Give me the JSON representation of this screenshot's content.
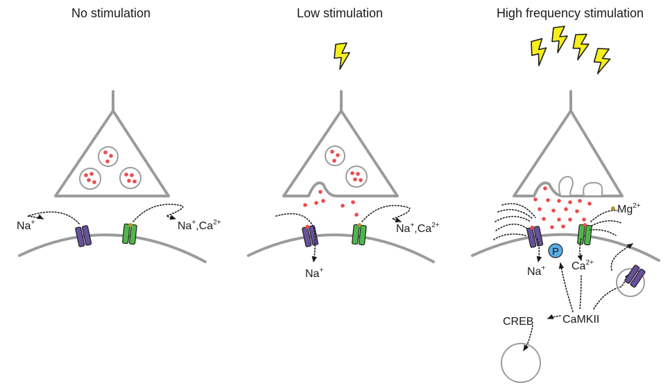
{
  "panels": [
    {
      "title": "No stimulation",
      "labels": {
        "na_left": "Na",
        "na_left_sup": "+",
        "na_ca": "Na",
        "na_ca_sup1": "+",
        "na_ca_mid": ",Ca",
        "na_ca_sup2": "2+"
      }
    },
    {
      "title": "Low stimulation",
      "labels": {
        "na_down": "Na",
        "na_down_sup": "+",
        "na_ca": "Na",
        "na_ca_sup1": "+",
        "na_ca_mid": ",Ca",
        "na_ca_sup2": "2+"
      }
    },
    {
      "title": "High frequency stimulation",
      "labels": {
        "mg": "Mg",
        "mg_sup": "2+",
        "na": "Na",
        "na_sup": "+",
        "ca": "Ca",
        "ca_sup": "2+",
        "p": "P",
        "camkii": "CaMKII",
        "creb": "CREB"
      }
    }
  ],
  "colors": {
    "membrane": "#9b9b9c",
    "neurotransmitter": "#ec4b4b",
    "nmda_receptor": "#4fb74a",
    "ampa_receptor": "#67519c",
    "lightning": "#f7ef1a",
    "phosphate": "#5aaee6",
    "magnesium": "#b0962f"
  },
  "icons": [
    "lightning-bolt-icon",
    "nmda-receptor-icon",
    "ampa-receptor-icon",
    "phosphate-icon"
  ]
}
